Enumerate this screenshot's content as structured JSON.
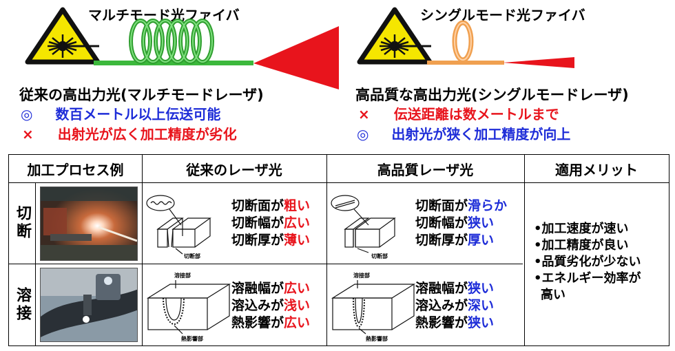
{
  "top": {
    "multimode_title": "マルチモード光ファイバ",
    "singlemode_title": "シングルモード光ファイバ",
    "conventional": {
      "heading": "従来の高出力光(マルチモードレーザ)",
      "line1_mark": "◎",
      "line1_text": "数百メートル以上伝送可能",
      "line2_mark": "×",
      "line2_text": "出射光が広く加工精度が劣化"
    },
    "high_quality": {
      "heading": "高品質な高出力光(シングルモードレーザ)",
      "line1_mark": "×",
      "line1_text": "伝送距離は数メートルまで",
      "line2_mark": "◎",
      "line2_text": "出射光が狭く加工精度が向上"
    }
  },
  "table": {
    "headers": [
      "加工プロセス例",
      "従来のレーザ光",
      "高品質レーザ光",
      "適用メリット"
    ],
    "rows": [
      {
        "label": "切断",
        "conventional": {
          "diagram_label": "切断部",
          "props": [
            {
              "pre": "切断面が",
              "val": "粗い"
            },
            {
              "pre": "切断幅が",
              "val": "広い"
            },
            {
              "pre": "切断厚が",
              "val": "薄い"
            }
          ]
        },
        "high_quality": {
          "diagram_label": "切断部",
          "props": [
            {
              "pre": "切断面が",
              "val": "滑らか"
            },
            {
              "pre": "切断幅が",
              "val": "狭い"
            },
            {
              "pre": "切断厚が",
              "val": "厚い"
            }
          ]
        }
      },
      {
        "label": "溶接",
        "conventional": {
          "diagram_label_top": "溶接部",
          "diagram_label_bottom": "熱影響部",
          "props": [
            {
              "pre": "溶融幅が",
              "val": "広い"
            },
            {
              "pre": "溶込みが",
              "val": "浅い"
            },
            {
              "pre": "熱影響が",
              "val": "広い"
            }
          ]
        },
        "high_quality": {
          "diagram_label_top": "溶接部",
          "diagram_label_bottom": "熱影響部",
          "props": [
            {
              "pre": "溶融幅が",
              "val": "狭い"
            },
            {
              "pre": "溶込みが",
              "val": "深い"
            },
            {
              "pre": "熱影響が",
              "val": "狭い"
            }
          ]
        }
      }
    ],
    "merits": [
      "•加工速度が速い",
      "•加工精度が良い",
      "•品質劣化が少ない",
      "•エネルギー効率が",
      "高い"
    ]
  },
  "colors": {
    "good": "#1e2dd8",
    "bad": "#e8141c",
    "multimode_fiber": "#3cb83c",
    "singlemode_fiber": "#f0a050",
    "warning_yellow": "#f5e600"
  }
}
